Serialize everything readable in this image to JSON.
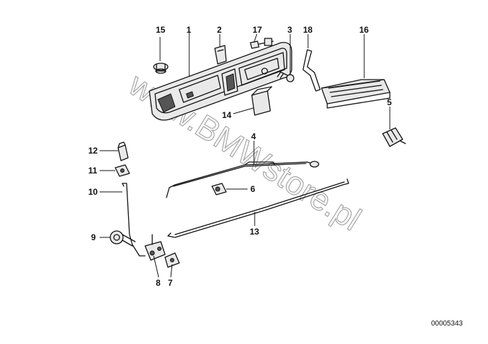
{
  "diagram": {
    "watermark": "www.BMWstore.pl",
    "document_number": "00005343",
    "callouts": [
      "1",
      "2",
      "3",
      "4",
      "5",
      "6",
      "7",
      "8",
      "9",
      "10",
      "11",
      "12",
      "13",
      "14",
      "15",
      "16",
      "17",
      "18"
    ]
  }
}
